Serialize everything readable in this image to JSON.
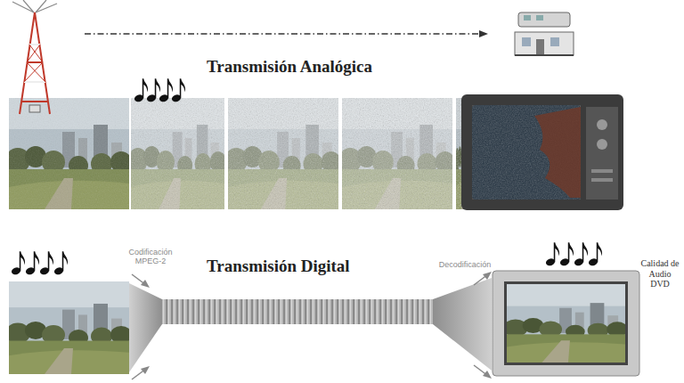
{
  "diagram": {
    "labels": [
      "Transmisión Analógica",
      "Transmisión Digital",
      "Codificación MPEG-2",
      "Decodificación",
      "Calidad de Audio DVD"
    ]
  }
}
